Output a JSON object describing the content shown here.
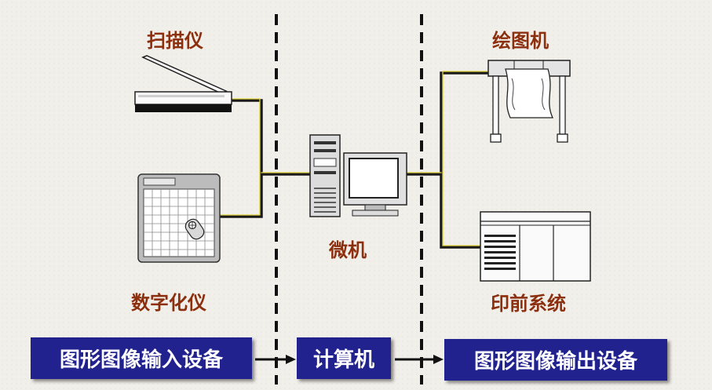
{
  "labels": {
    "scanner": "扫描仪",
    "digitizer": "数字化仪",
    "microcomputer": "微机",
    "plotter": "绘图机",
    "prepress": "印前系统"
  },
  "boxes": {
    "input": "图形图像输入设备",
    "computer": "计算机",
    "output": "图形图像输出设备"
  },
  "colors": {
    "label": "#8c2f0f",
    "box": "#22228f",
    "box_text": "#ffffff",
    "connector_dark": "#1a1a1a",
    "connector_yellow": "#e0d33a",
    "divider": "#111111"
  },
  "icons": [
    "scanner-icon",
    "digitizer-icon",
    "computer-icon",
    "plotter-icon",
    "prepress-system-icon"
  ]
}
